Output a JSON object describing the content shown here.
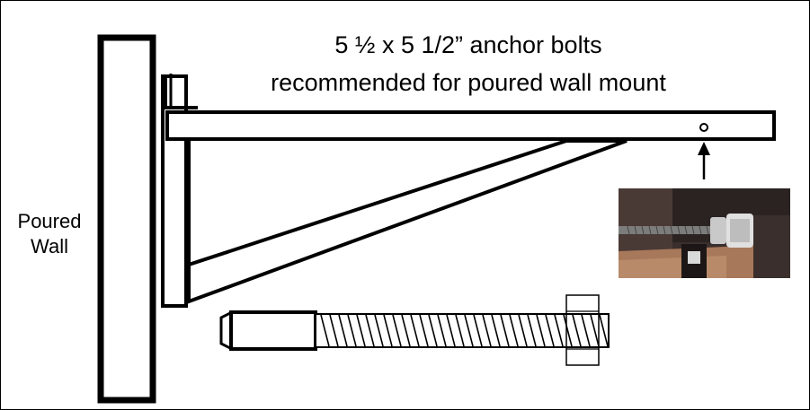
{
  "caption": {
    "line1": "5 ½ x 5 1/2” anchor bolts",
    "line2": "recommended for poured wall mount"
  },
  "wall_label": {
    "line1": "Poured",
    "line2": "Wall"
  },
  "colors": {
    "line": "#000000",
    "background": "#ffffff",
    "photo_dark": "#2a2322",
    "photo_wood": "#a8785a",
    "photo_metal": "#c9c9c9"
  },
  "icons": {
    "pointer": "up-arrow",
    "bolt": "threaded-anchor-bolt"
  }
}
